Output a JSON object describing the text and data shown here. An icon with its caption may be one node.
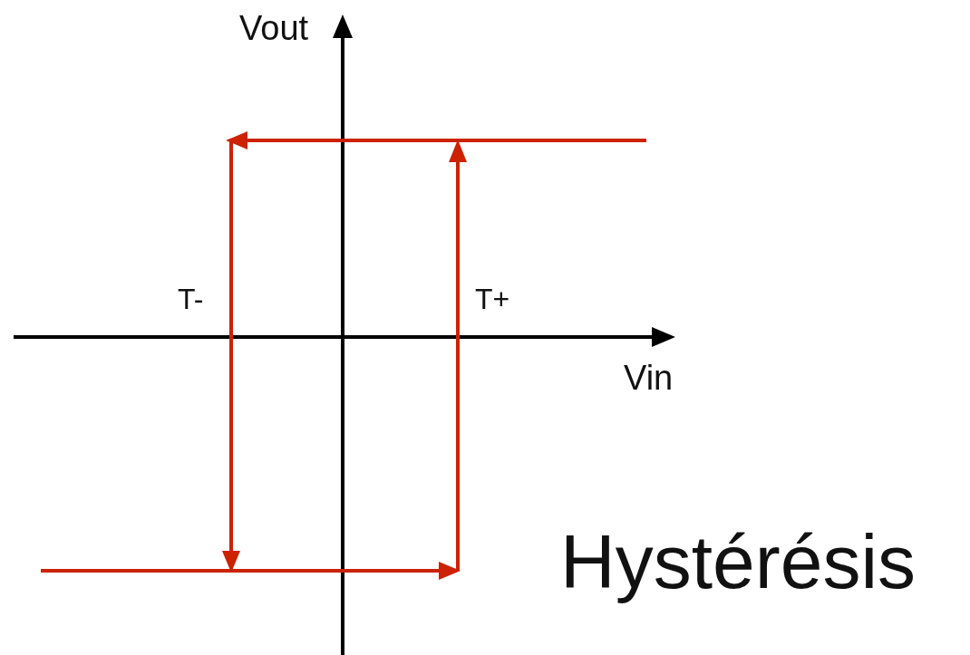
{
  "diagram": {
    "title": "Hystérésis",
    "labels": [
      "Vout",
      "T-",
      "T+",
      "Vin"
    ]
  }
}
